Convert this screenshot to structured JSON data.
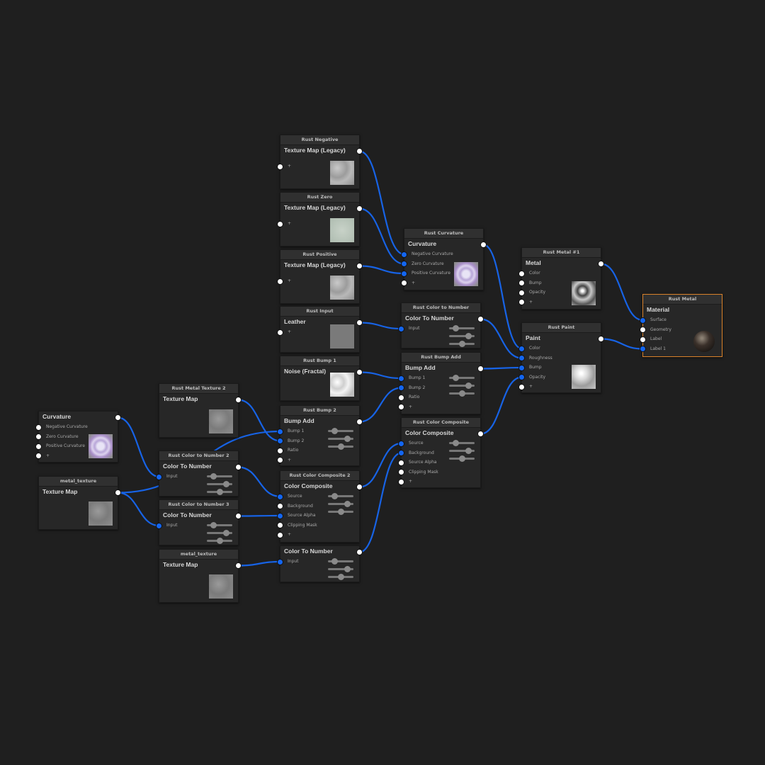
{
  "colors": {
    "background": "#1f1f1f",
    "wire": "#1763e6",
    "connected_port": "#1466f0",
    "selected_border": "#d9822b"
  },
  "nodes": [
    {
      "id": "rust_negative",
      "header": "Rust Negative",
      "title": "Texture Map (Legacy)",
      "ports": [
        "+"
      ],
      "thumbnail": "stone-texture"
    },
    {
      "id": "rust_zero",
      "header": "Rust Zero",
      "title": "Texture Map (Legacy)",
      "ports": [
        "+"
      ],
      "thumbnail": "pale-texture"
    },
    {
      "id": "rust_positive",
      "header": "Rust Positive",
      "title": "Texture Map (Legacy)",
      "ports": [
        "+"
      ],
      "thumbnail": "stone-texture"
    },
    {
      "id": "rust_input",
      "header": "Rust Input",
      "title": "Leather",
      "ports": [
        "+"
      ],
      "thumbnail": "leather-texture"
    },
    {
      "id": "rust_bump_1",
      "header": "Rust Bump 1",
      "title": "Noise (Fractal)",
      "ports": [],
      "thumbnail": "noise-texture"
    },
    {
      "id": "rust_bump_2",
      "header": "Rust Bump 2",
      "title": "Bump Add",
      "ports": [
        "Bump 1",
        "Bump 2",
        "Ratio",
        "+"
      ],
      "sliders": [
        0.25,
        0.75,
        0.5
      ]
    },
    {
      "id": "rust_color_composite_2",
      "header": "Rust Color Composite 2",
      "title": "Color Composite",
      "ports": [
        "Source",
        "Background",
        "Source Alpha",
        "Clipping Mask",
        "+"
      ],
      "sliders": [
        0.25,
        0.75,
        0.5
      ]
    },
    {
      "id": "color_to_number",
      "header": null,
      "title": "Color To Number",
      "ports": [
        "Input"
      ],
      "sliders": [
        0.25,
        0.75,
        0.5
      ]
    },
    {
      "id": "rust_curvature",
      "header": "Rust Curvature",
      "title": "Curvature",
      "ports": [
        "Negative Curvature",
        "Zero Curvature",
        "Positive Curvature",
        "+"
      ],
      "thumbnail": "curvature-preview"
    },
    {
      "id": "rust_color_to_number",
      "header": "Rust Color to Number",
      "title": "Color To Number",
      "ports": [
        "Input"
      ],
      "sliders": [
        0.25,
        0.75,
        0.5
      ]
    },
    {
      "id": "rust_bump_add",
      "header": "Rust Bump Add",
      "title": "Bump Add",
      "ports": [
        "Bump 1",
        "Bump 2",
        "Ratio",
        "+"
      ],
      "sliders": [
        0.25,
        0.75,
        0.5
      ]
    },
    {
      "id": "rust_color_composite",
      "header": "Rust Color Composite",
      "title": "Color Composite",
      "ports": [
        "Source",
        "Background",
        "Source Alpha",
        "Clipping Mask",
        "+"
      ],
      "sliders": [
        0.25,
        0.75,
        0.5
      ]
    },
    {
      "id": "rust_metal_1",
      "header": "Rust Metal #1",
      "title": "Metal",
      "ports": [
        "Color",
        "Bump",
        "Opacity",
        "+"
      ],
      "thumbnail": "metal-preview"
    },
    {
      "id": "rust_paint",
      "header": "Rust Paint",
      "title": "Paint",
      "ports": [
        "Color",
        "Roughness",
        "Bump",
        "Opacity",
        "+"
      ],
      "thumbnail": "paint-preview"
    },
    {
      "id": "rust_metal",
      "header": "Rust Metal",
      "title": "Material",
      "ports": [
        "Surface",
        "Geometry",
        "Label",
        "Label 1"
      ],
      "thumbnail": "material-sphere",
      "selected": true,
      "no_output": true
    },
    {
      "id": "curvature",
      "header": null,
      "title": "Curvature",
      "ports": [
        "Negative Curvature",
        "Zero Curvature",
        "Positive Curvature",
        "+"
      ],
      "thumbnail": "curvature-preview"
    },
    {
      "id": "metal_texture_a",
      "header": "metal_texture",
      "title": "Texture Map",
      "ports": [],
      "thumbnail": "metal-texture"
    },
    {
      "id": "rust_metal_texture_2",
      "header": "Rust Metal Texture 2",
      "title": "Texture Map",
      "ports": [],
      "thumbnail": "metal-texture"
    },
    {
      "id": "rust_color_to_number_2",
      "header": "Rust Color to Number 2",
      "title": "Color To Number",
      "ports": [
        "Input"
      ],
      "sliders": [
        0.25,
        0.75,
        0.5
      ]
    },
    {
      "id": "rust_color_to_number_3",
      "header": "Rust Color to Number 3",
      "title": "Color To Number",
      "ports": [
        "Input"
      ],
      "sliders": [
        0.25,
        0.75,
        0.5
      ]
    },
    {
      "id": "metal_texture_b",
      "header": "metal_texture",
      "title": "Texture Map",
      "ports": [],
      "thumbnail": "metal-texture"
    }
  ],
  "connections": [
    {
      "from": "rust_negative",
      "to": "rust_curvature",
      "port": "Negative Curvature"
    },
    {
      "from": "rust_zero",
      "to": "rust_curvature",
      "port": "Zero Curvature"
    },
    {
      "from": "rust_positive",
      "to": "rust_curvature",
      "port": "Positive Curvature"
    },
    {
      "from": "rust_input",
      "to": "rust_color_to_number",
      "port": "Input"
    },
    {
      "from": "rust_bump_1",
      "to": "rust_bump_add",
      "port": "Bump 1"
    },
    {
      "from": "rust_bump_2",
      "to": "rust_bump_add",
      "port": "Bump 2"
    },
    {
      "from": "rust_color_composite_2",
      "to": "rust_color_composite",
      "port": "Source"
    },
    {
      "from": "color_to_number",
      "to": "rust_color_composite",
      "port": "Background"
    },
    {
      "from": "rust_curvature",
      "to": "rust_paint",
      "port": "Color"
    },
    {
      "from": "rust_color_to_number",
      "to": "rust_paint",
      "port": "Roughness"
    },
    {
      "from": "rust_bump_add",
      "to": "rust_paint",
      "port": "Bump"
    },
    {
      "from": "rust_color_composite",
      "to": "rust_paint",
      "port": "Opacity"
    },
    {
      "from": "rust_metal_1",
      "to": "rust_metal",
      "port": "Surface"
    },
    {
      "from": "rust_paint",
      "to": "rust_metal",
      "port": "Label 1"
    },
    {
      "from": "curvature",
      "to": "rust_color_to_number_2",
      "port": "Input"
    },
    {
      "from": "metal_texture_a",
      "to": "rust_bump_2",
      "port": "Bump 1"
    },
    {
      "from": "metal_texture_a",
      "to": "rust_color_to_number_3",
      "port": "Input"
    },
    {
      "from": "rust_metal_texture_2",
      "to": "rust_bump_2",
      "port": "Bump 2"
    },
    {
      "from": "rust_color_to_number_2",
      "to": "rust_color_composite_2",
      "port": "Source"
    },
    {
      "from": "rust_color_to_number_3",
      "to": "rust_color_composite_2",
      "port": "Source Alpha"
    },
    {
      "from": "metal_texture_b",
      "to": "color_to_number",
      "port": "Input"
    }
  ]
}
